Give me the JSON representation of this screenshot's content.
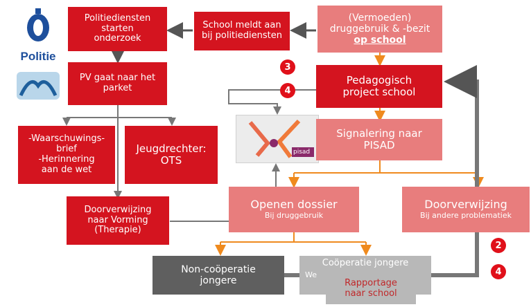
{
  "logo": {
    "text": "Politie"
  },
  "boxes": {
    "politie_onderzoek": [
      "Politiediensten",
      "starten",
      "onderzoek"
    ],
    "school_meldt": [
      "School meldt aan",
      "bij politiediensten"
    ],
    "vermoeden": [
      "(Vermoeden)",
      "druggebruik & -bezit",
      "op school"
    ],
    "pv_parket": [
      "PV gaat naar het",
      "parket"
    ],
    "pedagogisch": [
      "Pedagogisch",
      "project school"
    ],
    "waarschuwing": [
      "-Waarschuwings-",
      "brief",
      "-Herinnering",
      "aan de wet"
    ],
    "jeugdrechter": [
      "Jeugdrechter:",
      "OTS"
    ],
    "signalering": [
      "Signalering naar",
      "PISAD"
    ],
    "doorverwijzing_vorming": [
      "Doorverwijzing",
      "naar Vorming",
      "(Therapie)"
    ],
    "openen_dossier": {
      "title": "Openen dossier",
      "sub": "Bij druggebruik"
    },
    "doorverwijzing": {
      "title": "Doorverwijzing",
      "sub": "Bij andere problematiek"
    },
    "non_cooperatie": [
      "Non-coöperatie",
      "jongere"
    ],
    "cooperatie": {
      "title": "Coöperatie jongere",
      "sub": "We"
    },
    "rapportage": [
      "Rapportage",
      "naar school"
    ]
  },
  "pisad": {
    "label": "pisad"
  },
  "badges": {
    "b3": "3",
    "b4a": "4",
    "b2": "2",
    "b4b": "4"
  },
  "colors": {
    "red": "#d4141f",
    "pink": "#e87d7d",
    "orange": "#ef8a1e",
    "gray": "#777777"
  }
}
